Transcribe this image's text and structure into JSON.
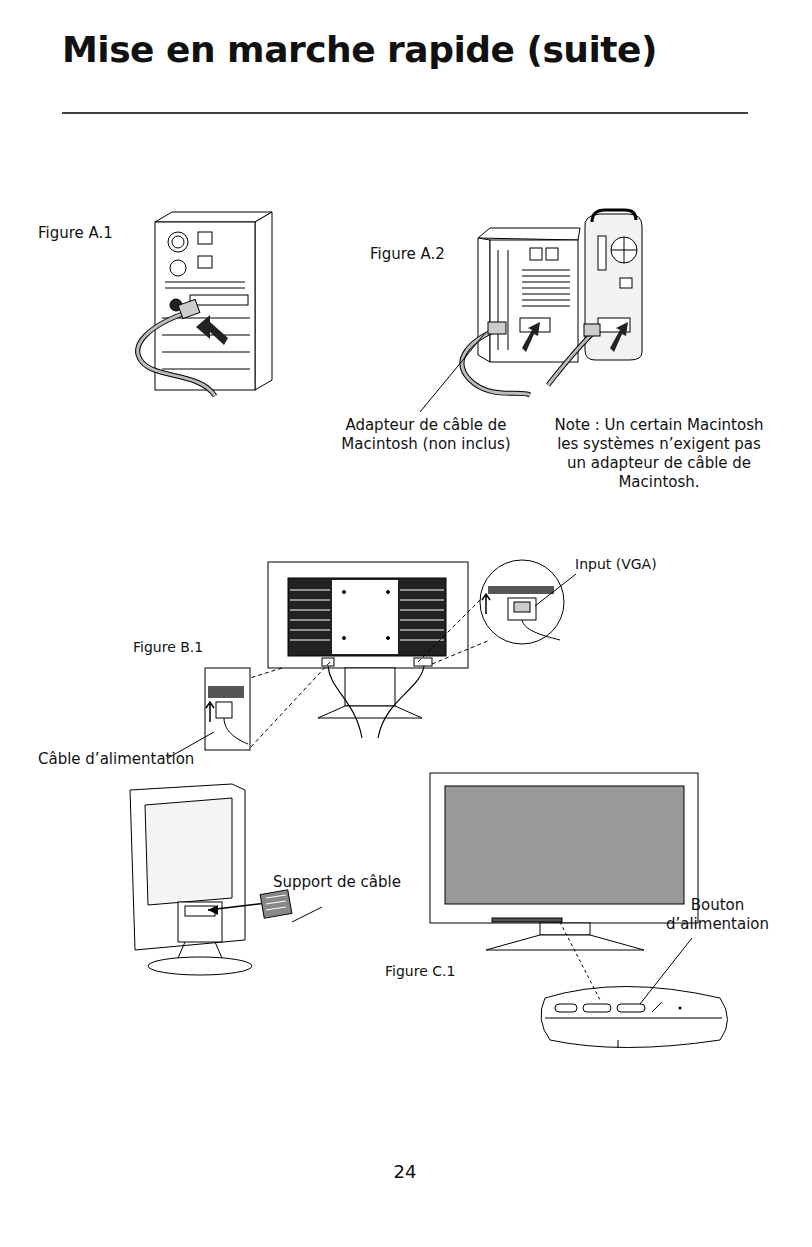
{
  "diagram": {
    "title": "Mise en marche rapide (suite)",
    "labels": [
      "Figure A.1",
      "Figure A.2",
      "Adapteur de câble de Macintosh (non inclus)",
      "Note : Un certain Macintosh les systèmes n’exigent pas un adapteur de câble de Macintosh.",
      "Input (VGA)",
      "Figure B.1",
      "Câble d’alimentation",
      "Support de câble",
      "Figure C.1",
      "Bouton d’alimentaion",
      "24"
    ]
  }
}
